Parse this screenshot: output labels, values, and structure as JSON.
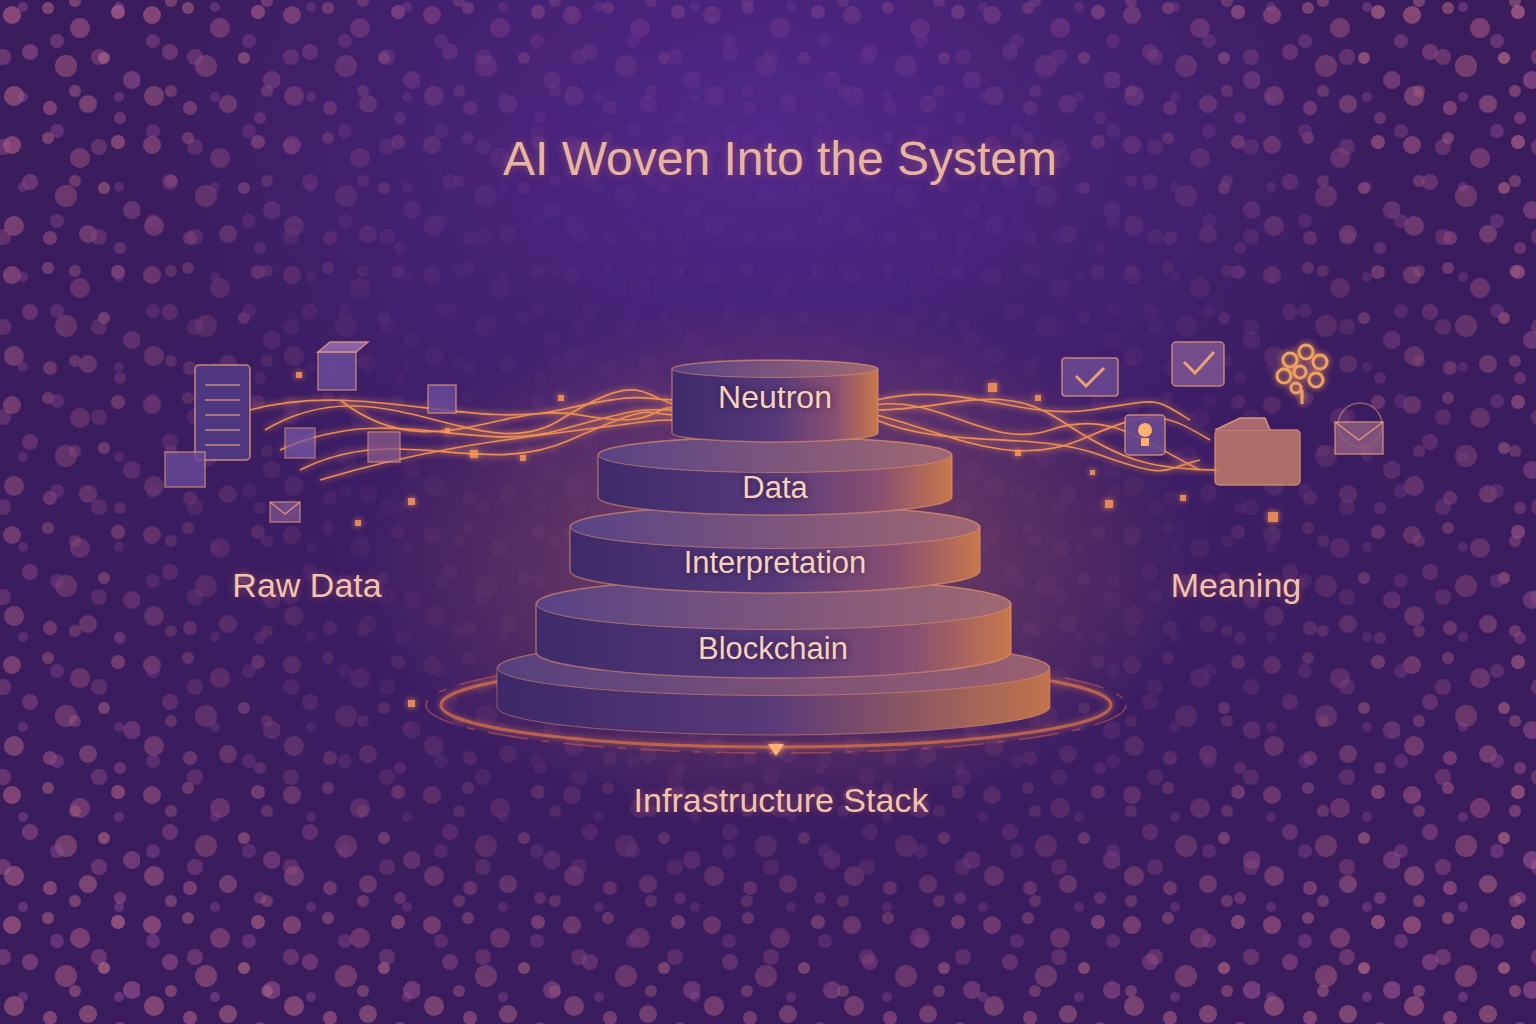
{
  "diagram": {
    "title": "AI Woven Into the System",
    "nodes": [
      {
        "text": [
          "Neutron"
        ]
      },
      {
        "text": [
          "Data"
        ]
      },
      {
        "text": [
          "Interpretation"
        ]
      },
      {
        "text": [
          "Blockchain"
        ]
      }
    ],
    "labels": [
      "Raw Data",
      "Meaning",
      "Infrastructure Stack"
    ]
  }
}
